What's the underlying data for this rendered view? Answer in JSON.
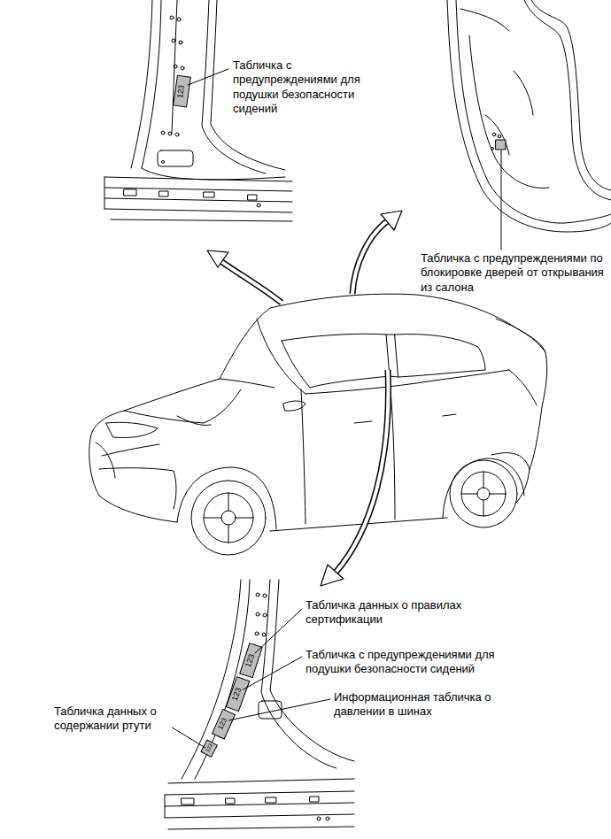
{
  "diagram": {
    "labels": [
      "Табличка с предупреждениями для подушки безопасности сидений",
      "123",
      "Табличка с предупреждениями по блокировке дверей от открывания из салона",
      "Табличка данных о правилах сертификации",
      "123",
      "123",
      "123",
      "123",
      "Табличка с предупреждениями для подушки безопасности сидений",
      "Информационная табличка о давлении в шинах",
      "Табличка данных о содержании ртути"
    ]
  }
}
